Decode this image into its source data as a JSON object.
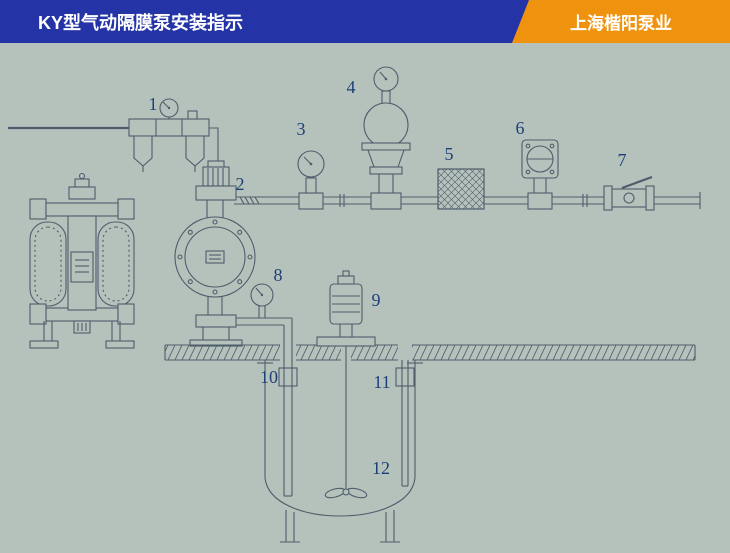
{
  "header": {
    "title": "KY型气动隔膜泵安装指示",
    "brand": "上海楷阳泵业"
  },
  "colors": {
    "header_bg": "#2433a5",
    "brand_bg": "#ef930e",
    "page_bg": "#b5c2bc",
    "line": "#4e5d6b",
    "label_text": "#1d3f77",
    "header_text": "#ffffff"
  },
  "diagram": {
    "labels": [
      "1",
      "2",
      "3",
      "4",
      "5",
      "6",
      "7",
      "8",
      "9",
      "10",
      "11",
      "12"
    ]
  }
}
